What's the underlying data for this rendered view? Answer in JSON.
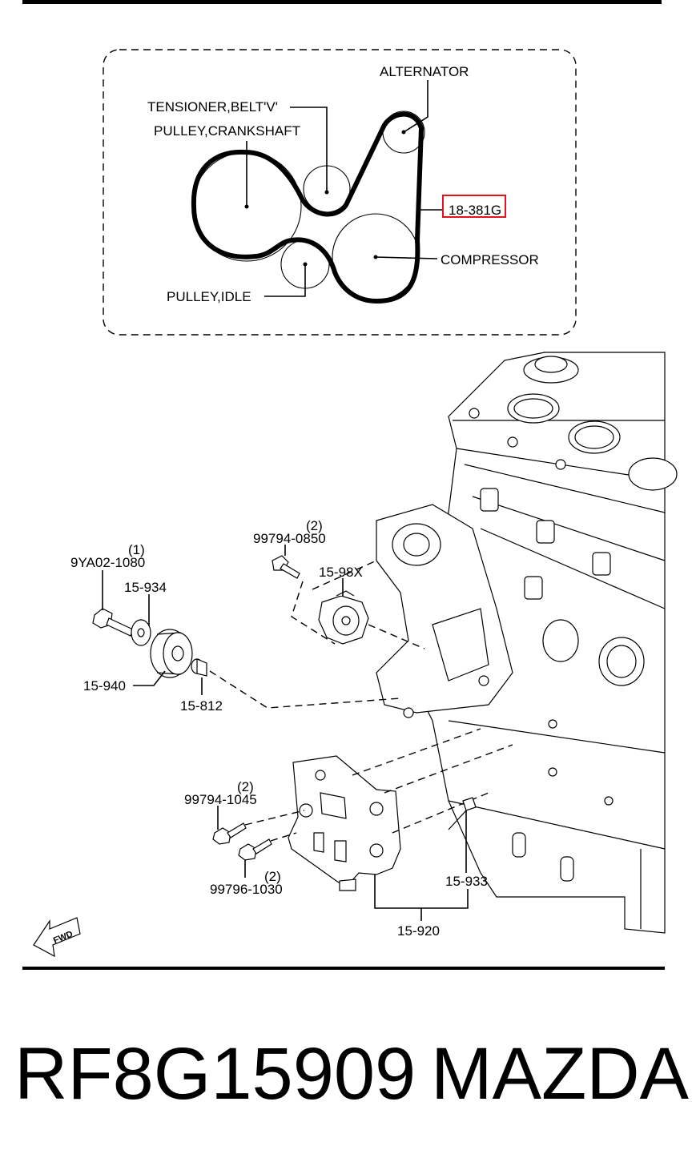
{
  "belt_diagram": {
    "labels": {
      "alternator": "ALTERNATOR",
      "tensioner": "TENSIONER,BELT'V'",
      "crankshaft": "PULLEY,CRANKSHAFT",
      "compressor": "COMPRESSOR",
      "idle": "PULLEY,IDLE",
      "belt_ref": "18-381G"
    },
    "highlight_color": "#e8111b"
  },
  "exploded_view": {
    "labels": {
      "p_99794_0850_qty": "(2)",
      "p_99794_0850": "99794-0850",
      "p_15_98x": "15-98X",
      "p_9ya02_qty": "(1)",
      "p_9ya02": "9YA02-1080",
      "p_15_934": "15-934",
      "p_15_940": "15-940",
      "p_15_812": "15-812",
      "p_99794_1045_qty": "(2)",
      "p_99794_1045": "99794-1045",
      "p_99796_1030": "99796-1030",
      "p_99796_1030_qty": "(2)",
      "p_15_933": "15-933",
      "p_15_920": "15-920",
      "fwd": "FWD"
    }
  },
  "caption": {
    "part_number": "RF8G15909",
    "brand": "MAZDA"
  }
}
